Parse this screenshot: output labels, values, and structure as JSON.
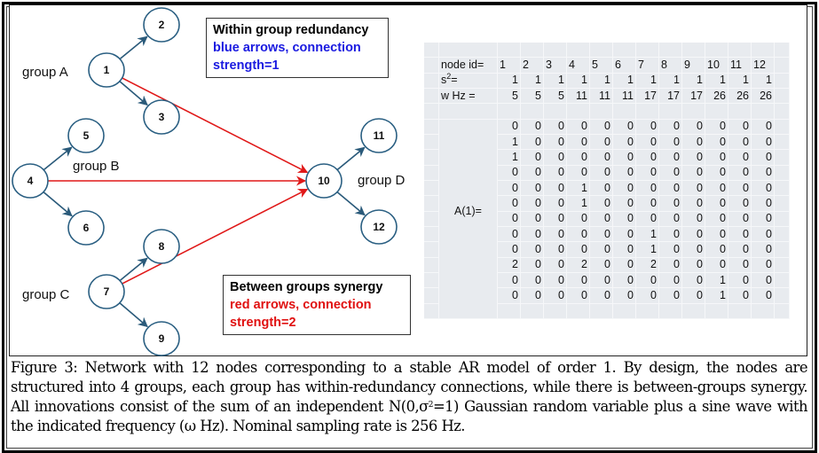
{
  "diagram": {
    "nodes": [
      {
        "id": "1",
        "group": "A"
      },
      {
        "id": "2",
        "group": "A"
      },
      {
        "id": "3",
        "group": "A"
      },
      {
        "id": "4",
        "group": "B"
      },
      {
        "id": "5",
        "group": "B"
      },
      {
        "id": "6",
        "group": "B"
      },
      {
        "id": "7",
        "group": "C"
      },
      {
        "id": "8",
        "group": "C"
      },
      {
        "id": "9",
        "group": "C"
      },
      {
        "id": "10",
        "group": "D"
      },
      {
        "id": "11",
        "group": "D"
      },
      {
        "id": "12",
        "group": "D"
      }
    ],
    "edges": [
      {
        "from": "1",
        "to": "2",
        "type": "within",
        "strength": 1
      },
      {
        "from": "1",
        "to": "3",
        "type": "within",
        "strength": 1
      },
      {
        "from": "4",
        "to": "5",
        "type": "within",
        "strength": 1
      },
      {
        "from": "4",
        "to": "6",
        "type": "within",
        "strength": 1
      },
      {
        "from": "7",
        "to": "8",
        "type": "within",
        "strength": 1
      },
      {
        "from": "7",
        "to": "9",
        "type": "within",
        "strength": 1
      },
      {
        "from": "10",
        "to": "11",
        "type": "within",
        "strength": 1
      },
      {
        "from": "10",
        "to": "12",
        "type": "within",
        "strength": 1
      },
      {
        "from": "1",
        "to": "10",
        "type": "between",
        "strength": 2
      },
      {
        "from": "4",
        "to": "10",
        "type": "between",
        "strength": 2
      },
      {
        "from": "7",
        "to": "10",
        "type": "between",
        "strength": 2
      }
    ],
    "group_labels": {
      "A": "group A",
      "B": "group B",
      "C": "group C",
      "D": "group D"
    },
    "colors": {
      "within_arrow": "#2a5a7a",
      "between_arrow": "#e01818",
      "node_stroke": "#2a5f82",
      "within_text": "#1a1ae0",
      "between_text": "#e01010"
    },
    "legend_within": {
      "title": "Within group redundancy",
      "line1": "blue arrows, connection",
      "line2": "strength=1"
    },
    "legend_between": {
      "title": "Between groups synergy",
      "line1": "red arrows, connection",
      "line2": "strength=2"
    }
  },
  "table": {
    "node_id_label": "node id=",
    "s2_label_base": "s",
    "s2_label_sup": "2",
    "s2_label_tail": "=",
    "w_label": "w Hz =",
    "a_label": "A(1)=",
    "node_ids": [
      "1",
      "2",
      "3",
      "4",
      "5",
      "6",
      "7",
      "8",
      "9",
      "10",
      "11",
      "12"
    ],
    "s2": [
      "1",
      "1",
      "1",
      "1",
      "1",
      "1",
      "1",
      "1",
      "1",
      "1",
      "1",
      "1"
    ],
    "w_hz": [
      "5",
      "5",
      "5",
      "11",
      "11",
      "11",
      "17",
      "17",
      "17",
      "26",
      "26",
      "26"
    ],
    "A1": [
      [
        "0",
        "0",
        "0",
        "0",
        "0",
        "0",
        "0",
        "0",
        "0",
        "0",
        "0",
        "0"
      ],
      [
        "1",
        "0",
        "0",
        "0",
        "0",
        "0",
        "0",
        "0",
        "0",
        "0",
        "0",
        "0"
      ],
      [
        "1",
        "0",
        "0",
        "0",
        "0",
        "0",
        "0",
        "0",
        "0",
        "0",
        "0",
        "0"
      ],
      [
        "0",
        "0",
        "0",
        "0",
        "0",
        "0",
        "0",
        "0",
        "0",
        "0",
        "0",
        "0"
      ],
      [
        "0",
        "0",
        "0",
        "1",
        "0",
        "0",
        "0",
        "0",
        "0",
        "0",
        "0",
        "0"
      ],
      [
        "0",
        "0",
        "0",
        "1",
        "0",
        "0",
        "0",
        "0",
        "0",
        "0",
        "0",
        "0"
      ],
      [
        "0",
        "0",
        "0",
        "0",
        "0",
        "0",
        "0",
        "0",
        "0",
        "0",
        "0",
        "0"
      ],
      [
        "0",
        "0",
        "0",
        "0",
        "0",
        "0",
        "1",
        "0",
        "0",
        "0",
        "0",
        "0"
      ],
      [
        "0",
        "0",
        "0",
        "0",
        "0",
        "0",
        "1",
        "0",
        "0",
        "0",
        "0",
        "0"
      ],
      [
        "2",
        "0",
        "0",
        "2",
        "0",
        "0",
        "2",
        "0",
        "0",
        "0",
        "0",
        "0"
      ],
      [
        "0",
        "0",
        "0",
        "0",
        "0",
        "0",
        "0",
        "0",
        "0",
        "1",
        "0",
        "0"
      ],
      [
        "0",
        "0",
        "0",
        "0",
        "0",
        "0",
        "0",
        "0",
        "0",
        "1",
        "0",
        "0"
      ]
    ]
  },
  "caption": {
    "part1": "Figure 3: Network with 12 nodes corresponding to a stable AR model of order 1. By design, the nodes are structured into 4 groups, each group has within-redundancy connections, while there is between-groups synergy. All innovations consist of the sum of an independent N(0,σ",
    "sup": "2",
    "part2": "=1) Gaussian random variable plus a sine wave with the indicated frequency (ω Hz). Nominal sampling rate is 256 Hz."
  }
}
